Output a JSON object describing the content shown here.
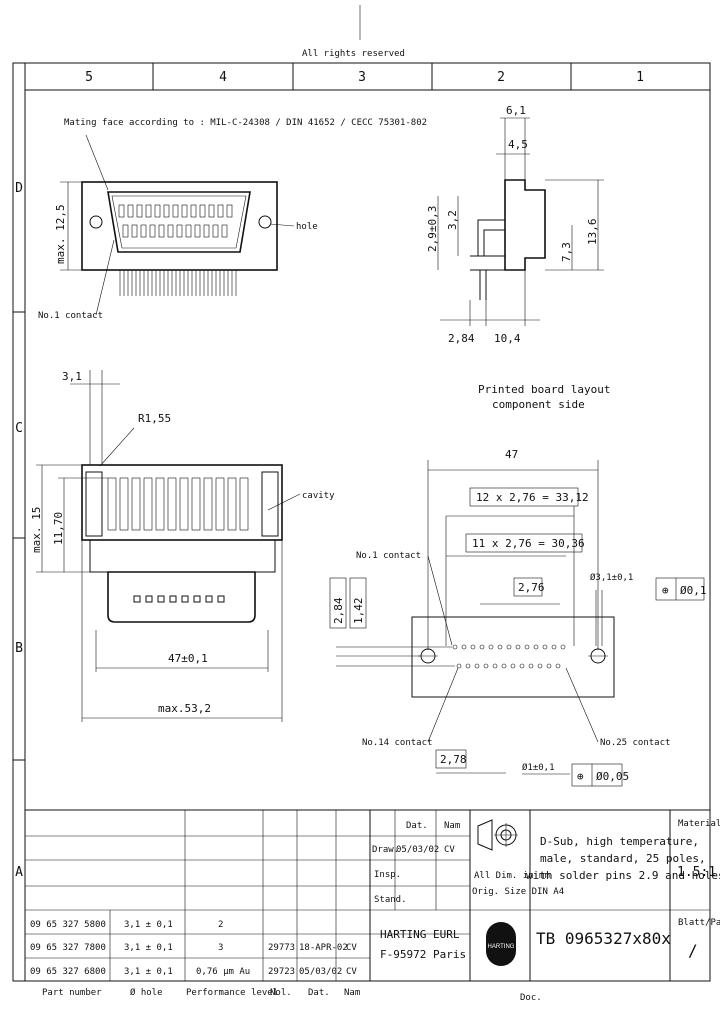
{
  "top_note": "All rights reserved",
  "zone_columns": [
    "5",
    "4",
    "3",
    "2",
    "1"
  ],
  "zone_rows": [
    "D",
    "C",
    "B",
    "A"
  ],
  "front_view": {
    "mating_face_note": "Mating face according to : MIL-C-24308 / DIN 41652 / CECC 75301-802",
    "height_dim": "max. 12,5",
    "hole_label": "hole",
    "contact1_label": "No.1 contact"
  },
  "side_view": {
    "dims": [
      "6,1",
      "4,5",
      "2,9±0,3",
      "3,2",
      "13,6",
      "7,3",
      "2,84",
      "10,4"
    ]
  },
  "section_view": {
    "dims": [
      "3,1",
      "R1,55",
      "max. 15",
      "11,70",
      "47±0,1",
      "max.53,2"
    ],
    "cavity_label": "cavity"
  },
  "pcb_layout": {
    "title_line1": "Printed board layout",
    "title_line2": "component side",
    "dims": [
      "47",
      "12 x 2,76 = 33,12",
      "11 x 2,76 = 30,36",
      "2,76",
      "2,84",
      "1,42",
      "2,78"
    ],
    "hole_large": "Ø3,1±0,1",
    "hole_small": "Ø1±0,1",
    "tol_large": "Ø0,1",
    "tol_small": "Ø0,05",
    "contact1_label": "No.1 contact",
    "contact14_label": "No.14 contact",
    "contact25_label": "No.25 contact"
  },
  "title_block": {
    "col_headers": [
      "Part number",
      "Ø hole",
      "Performance level",
      "Nol.",
      "Dat.",
      "Nam"
    ],
    "rows": [
      [
        "09 65 327 6800",
        "3,1 ± 0,1",
        "0,76 µm Au",
        "29723",
        "05/03/02",
        "CV"
      ],
      [
        "09 65 327 7800",
        "3,1 ± 0,1",
        "3",
        "29773",
        "18-APR-02",
        "CV"
      ],
      [
        "09 65 327 5800",
        "3,1 ± 0,1",
        "2",
        "",
        "",
        ""
      ]
    ],
    "drawn_label": "Draw.",
    "drawn_date": "05/03/02",
    "drawn_name": "CV",
    "dat_header": "Dat.",
    "nam_header": "Nam",
    "insp_label": "Insp.",
    "stand_label": "Stand.",
    "tolerance_note": "All Dim. in mm",
    "drg_note": "Orig. Size DIN A4",
    "description_lines": [
      "D-Sub, high temperature,",
      "male, standard, 25 poles,",
      "with solder pins 2.9 and holes"
    ],
    "material_label": "Material/ Scale",
    "scale": "1.5:1",
    "company_line1": "HARTING EURL",
    "company_line2": "F-95972 Paris",
    "drawing_number": "TB 0965327x80x",
    "sheet_label": "Blatt/Page",
    "sheet_value": "/",
    "doc_label": "Doc."
  }
}
